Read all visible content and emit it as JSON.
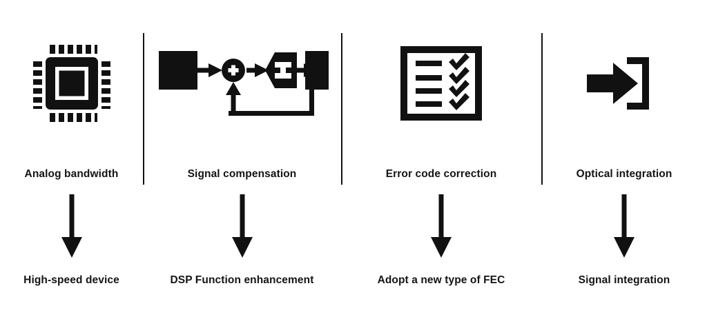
{
  "figure": {
    "background_color": "#ffffff",
    "ink_color": "#111111",
    "text_color": "#141414",
    "columns": [
      {
        "id": "analog-bandwidth",
        "icon": "microchip-icon",
        "top_label": "Analog bandwidth",
        "arrow": "down-arrow-icon",
        "bottom_label": "High-speed device"
      },
      {
        "id": "signal-compensation",
        "icon": "signal-feedback-block-diagram-icon",
        "top_label": "Signal compensation",
        "arrow": "down-arrow-icon",
        "bottom_label": "DSP Function enhancement"
      },
      {
        "id": "error-code-correction",
        "icon": "checklist-icon",
        "top_label": "Error code correction",
        "arrow": "down-arrow-icon",
        "bottom_label": "Adopt a new type of FEC"
      },
      {
        "id": "optical-integration",
        "icon": "arrow-into-bracket-icon",
        "top_label": "Optical integration",
        "arrow": "down-arrow-icon",
        "bottom_label": "Signal integration"
      }
    ],
    "dividers": 3
  }
}
